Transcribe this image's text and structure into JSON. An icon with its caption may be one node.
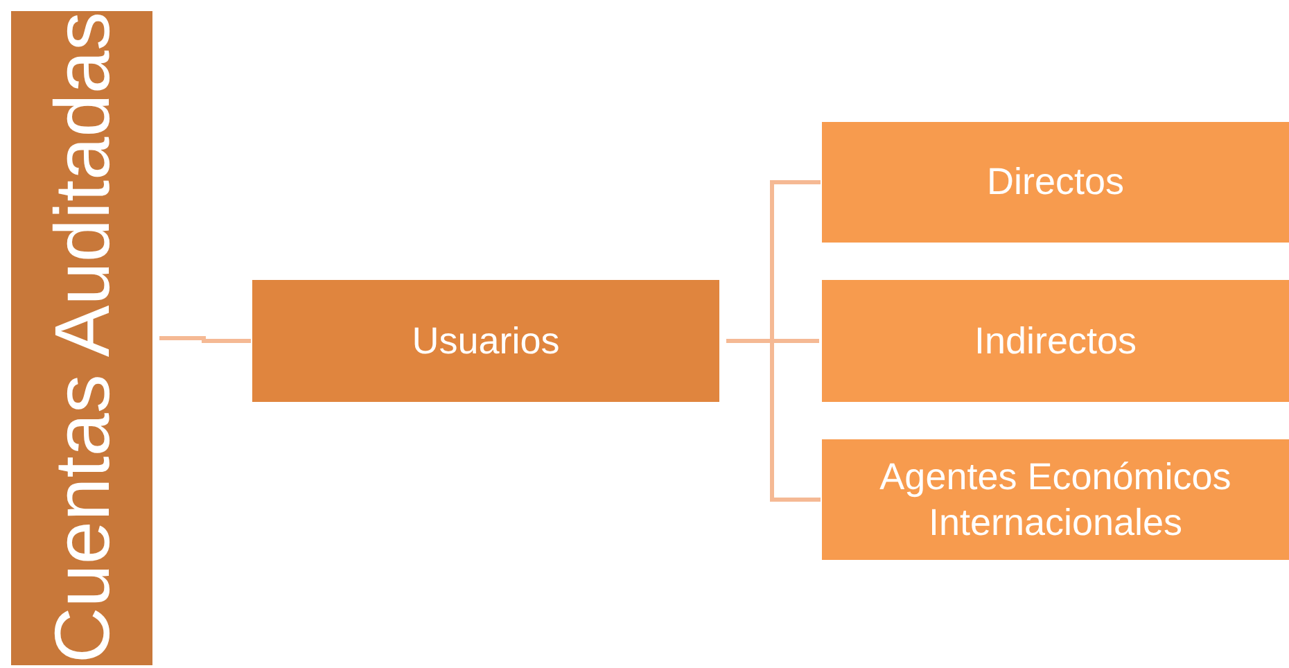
{
  "diagram": {
    "nodes": [
      {
        "text": [
          "Cuentas Auditadas"
        ]
      },
      {
        "text": [
          "Usuarios"
        ]
      },
      {
        "text": [
          "Directos"
        ]
      },
      {
        "text": [
          "Indirectos"
        ]
      },
      {
        "text": [
          "Agentes Económicos Internacionales"
        ]
      }
    ],
    "edges": [
      {
        "from": 0,
        "to": 1,
        "arrow": "none"
      },
      {
        "from": 1,
        "to": 2,
        "arrow": "none"
      },
      {
        "from": 1,
        "to": 3,
        "arrow": "none"
      },
      {
        "from": 1,
        "to": 4,
        "arrow": "none"
      }
    ]
  }
}
